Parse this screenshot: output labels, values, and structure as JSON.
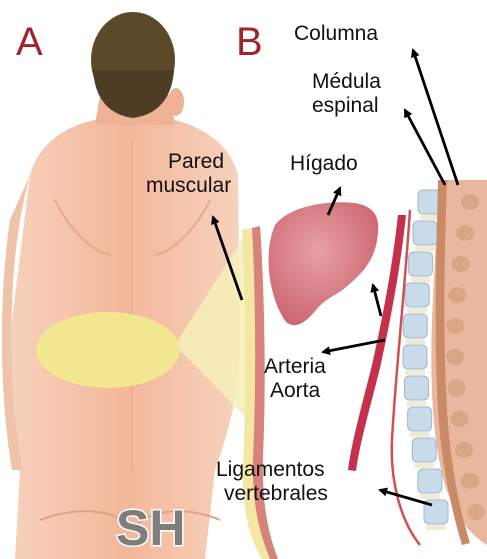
{
  "panels": {
    "a": "A",
    "b": "B"
  },
  "labels": {
    "columna": "Columna",
    "medula_line1": "Médula",
    "medula_line2": "espinal",
    "pared_line1": "Pared",
    "pared_line2": "muscular",
    "higado": "Hígado",
    "arteria_line1": "Arteria",
    "arteria_line2": "Aorta",
    "ligamentos_line1": "Ligamentos",
    "ligamentos_line2": "vertebrales"
  },
  "logo": "SH",
  "colors": {
    "panel_letter": "#a3232a",
    "skin": "#f3b79a",
    "hair": "#5b4a2a",
    "highlight": "#f3ea8e",
    "liver": "#d9737c",
    "aorta": "#c3314a",
    "vertebra": "#c9dbe9",
    "muscle": "#c98a68",
    "arrow": "#000000"
  }
}
